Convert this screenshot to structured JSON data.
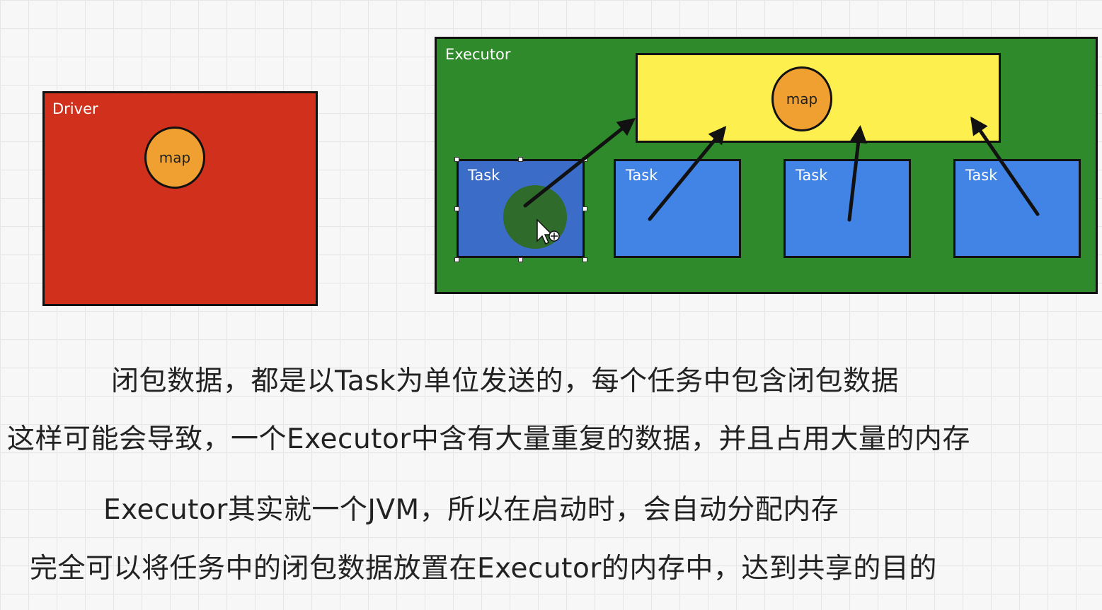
{
  "diagram": {
    "driver": {
      "label": "Driver",
      "map_label": "map"
    },
    "executor": {
      "label": "Executor",
      "map_label": "map",
      "tasks": [
        {
          "label": "Task"
        },
        {
          "label": "Task"
        },
        {
          "label": "Task"
        },
        {
          "label": "Task"
        }
      ]
    }
  },
  "notes": [
    "闭包数据，都是以Task为单位发送的，每个任务中包含闭包数据",
    "这样可能会导致，一个Executor中含有大量重复的数据，并且占用大量的内存",
    "Executor其实就一个JVM，所以在启动时，会自动分配内存",
    "完全可以将任务中的闭包数据放置在Executor的内存中，达到共享的目的"
  ],
  "colors": {
    "driver": "#d0301c",
    "executor": "#2e8a2a",
    "shared_box": "#fdef4d",
    "task": "#4283e6",
    "map_circle": "#f0a030"
  }
}
